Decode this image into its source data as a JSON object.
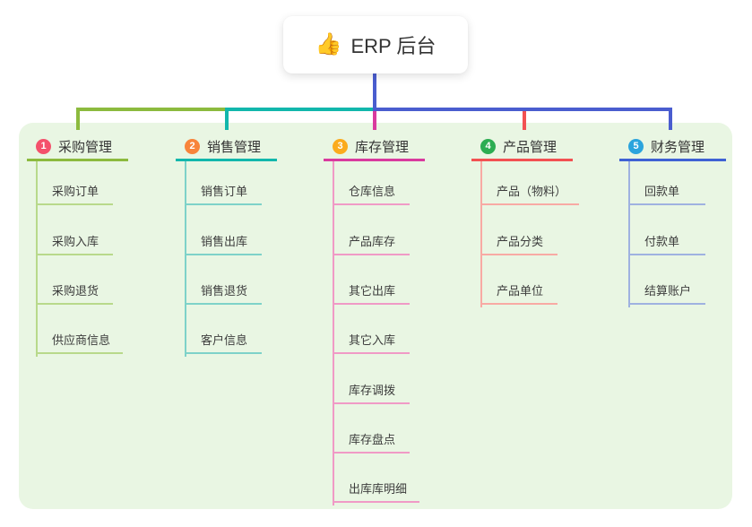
{
  "root": {
    "icon_name": "thumbs-up",
    "icon": "👍",
    "label": "ERP 后台"
  },
  "colors": {
    "panel_bg": "#e9f6e3",
    "main_line": "#4a5dcf"
  },
  "branches": [
    {
      "badge": "1",
      "label": "采购管理",
      "line_color": "#8cba3e",
      "badge_color": "#f4516c",
      "child_line_color": "#b8d98b",
      "children": [
        "采购订单",
        "采购入库",
        "采购退货",
        "供应商信息"
      ]
    },
    {
      "badge": "2",
      "label": "销售管理",
      "line_color": "#12b7ac",
      "badge_color": "#f8843a",
      "child_line_color": "#7ed2c9",
      "children": [
        "销售订单",
        "销售出库",
        "销售退货",
        "客户信息"
      ]
    },
    {
      "badge": "3",
      "label": "库存管理",
      "line_color": "#d93a9e",
      "badge_color": "#fbab1d",
      "child_line_color": "#f09ac6",
      "children": [
        "仓库信息",
        "产品库存",
        "其它出库",
        "其它入库",
        "库存调拨",
        "库存盘点",
        "出库库明细"
      ]
    },
    {
      "badge": "4",
      "label": "产品管理",
      "line_color": "#f25152",
      "badge_color": "#2cad52",
      "child_line_color": "#f8aaa4",
      "children": [
        "产品（物料）",
        "产品分类",
        "产品单位"
      ]
    },
    {
      "badge": "5",
      "label": "财务管理",
      "line_color": "#3f62d4",
      "badge_color": "#2ba4dd",
      "child_line_color": "#9fb2e0",
      "children": [
        "回款单",
        "付款单",
        "结算账户"
      ]
    }
  ]
}
